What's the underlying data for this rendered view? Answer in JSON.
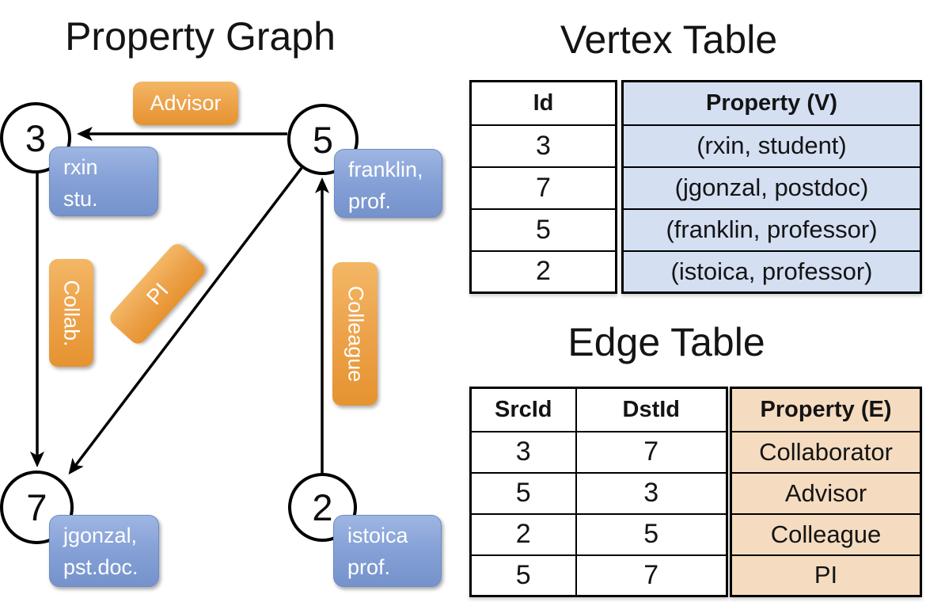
{
  "graph": {
    "title": "Property Graph",
    "nodes": [
      {
        "id": "3",
        "lines": [
          "rxin",
          "stu."
        ]
      },
      {
        "id": "5",
        "lines": [
          "franklin,",
          "prof."
        ]
      },
      {
        "id": "7",
        "lines": [
          "jgonzal,",
          "pst.doc."
        ]
      },
      {
        "id": "2",
        "lines": [
          "istoica",
          "prof."
        ]
      }
    ],
    "edges": [
      {
        "src": "5",
        "dst": "3",
        "label": "Advisor"
      },
      {
        "src": "3",
        "dst": "7",
        "label": "Collab."
      },
      {
        "src": "5",
        "dst": "7",
        "label": "PI"
      },
      {
        "src": "2",
        "dst": "5",
        "label": "Colleague"
      }
    ]
  },
  "vertex_table": {
    "title": "Vertex Table",
    "headers": {
      "id": "Id",
      "property": "Property (V)"
    },
    "rows": [
      {
        "id": "3",
        "property": "(rxin, student)"
      },
      {
        "id": "7",
        "property": "(jgonzal, postdoc)"
      },
      {
        "id": "5",
        "property": "(franklin, professor)"
      },
      {
        "id": "2",
        "property": "(istoica, professor)"
      }
    ]
  },
  "edge_table": {
    "title": "Edge Table",
    "headers": {
      "src": "SrcId",
      "dst": "DstId",
      "property": "Property (E)"
    },
    "rows": [
      {
        "src": "3",
        "dst": "7",
        "property": "Collaborator"
      },
      {
        "src": "5",
        "dst": "3",
        "property": "Advisor"
      },
      {
        "src": "2",
        "dst": "5",
        "property": "Colleague"
      },
      {
        "src": "5",
        "dst": "7",
        "property": "PI"
      }
    ]
  },
  "colors": {
    "vertex_property_bg": "#d4dff2",
    "edge_property_bg": "#f5dcc0",
    "node_box_blue": "#7592cc",
    "node_box_blue_light": "#9fb6e3",
    "edge_label_orange": "#e69330",
    "edge_label_orange_light": "#f3b765",
    "arrow_black": "#000000"
  }
}
